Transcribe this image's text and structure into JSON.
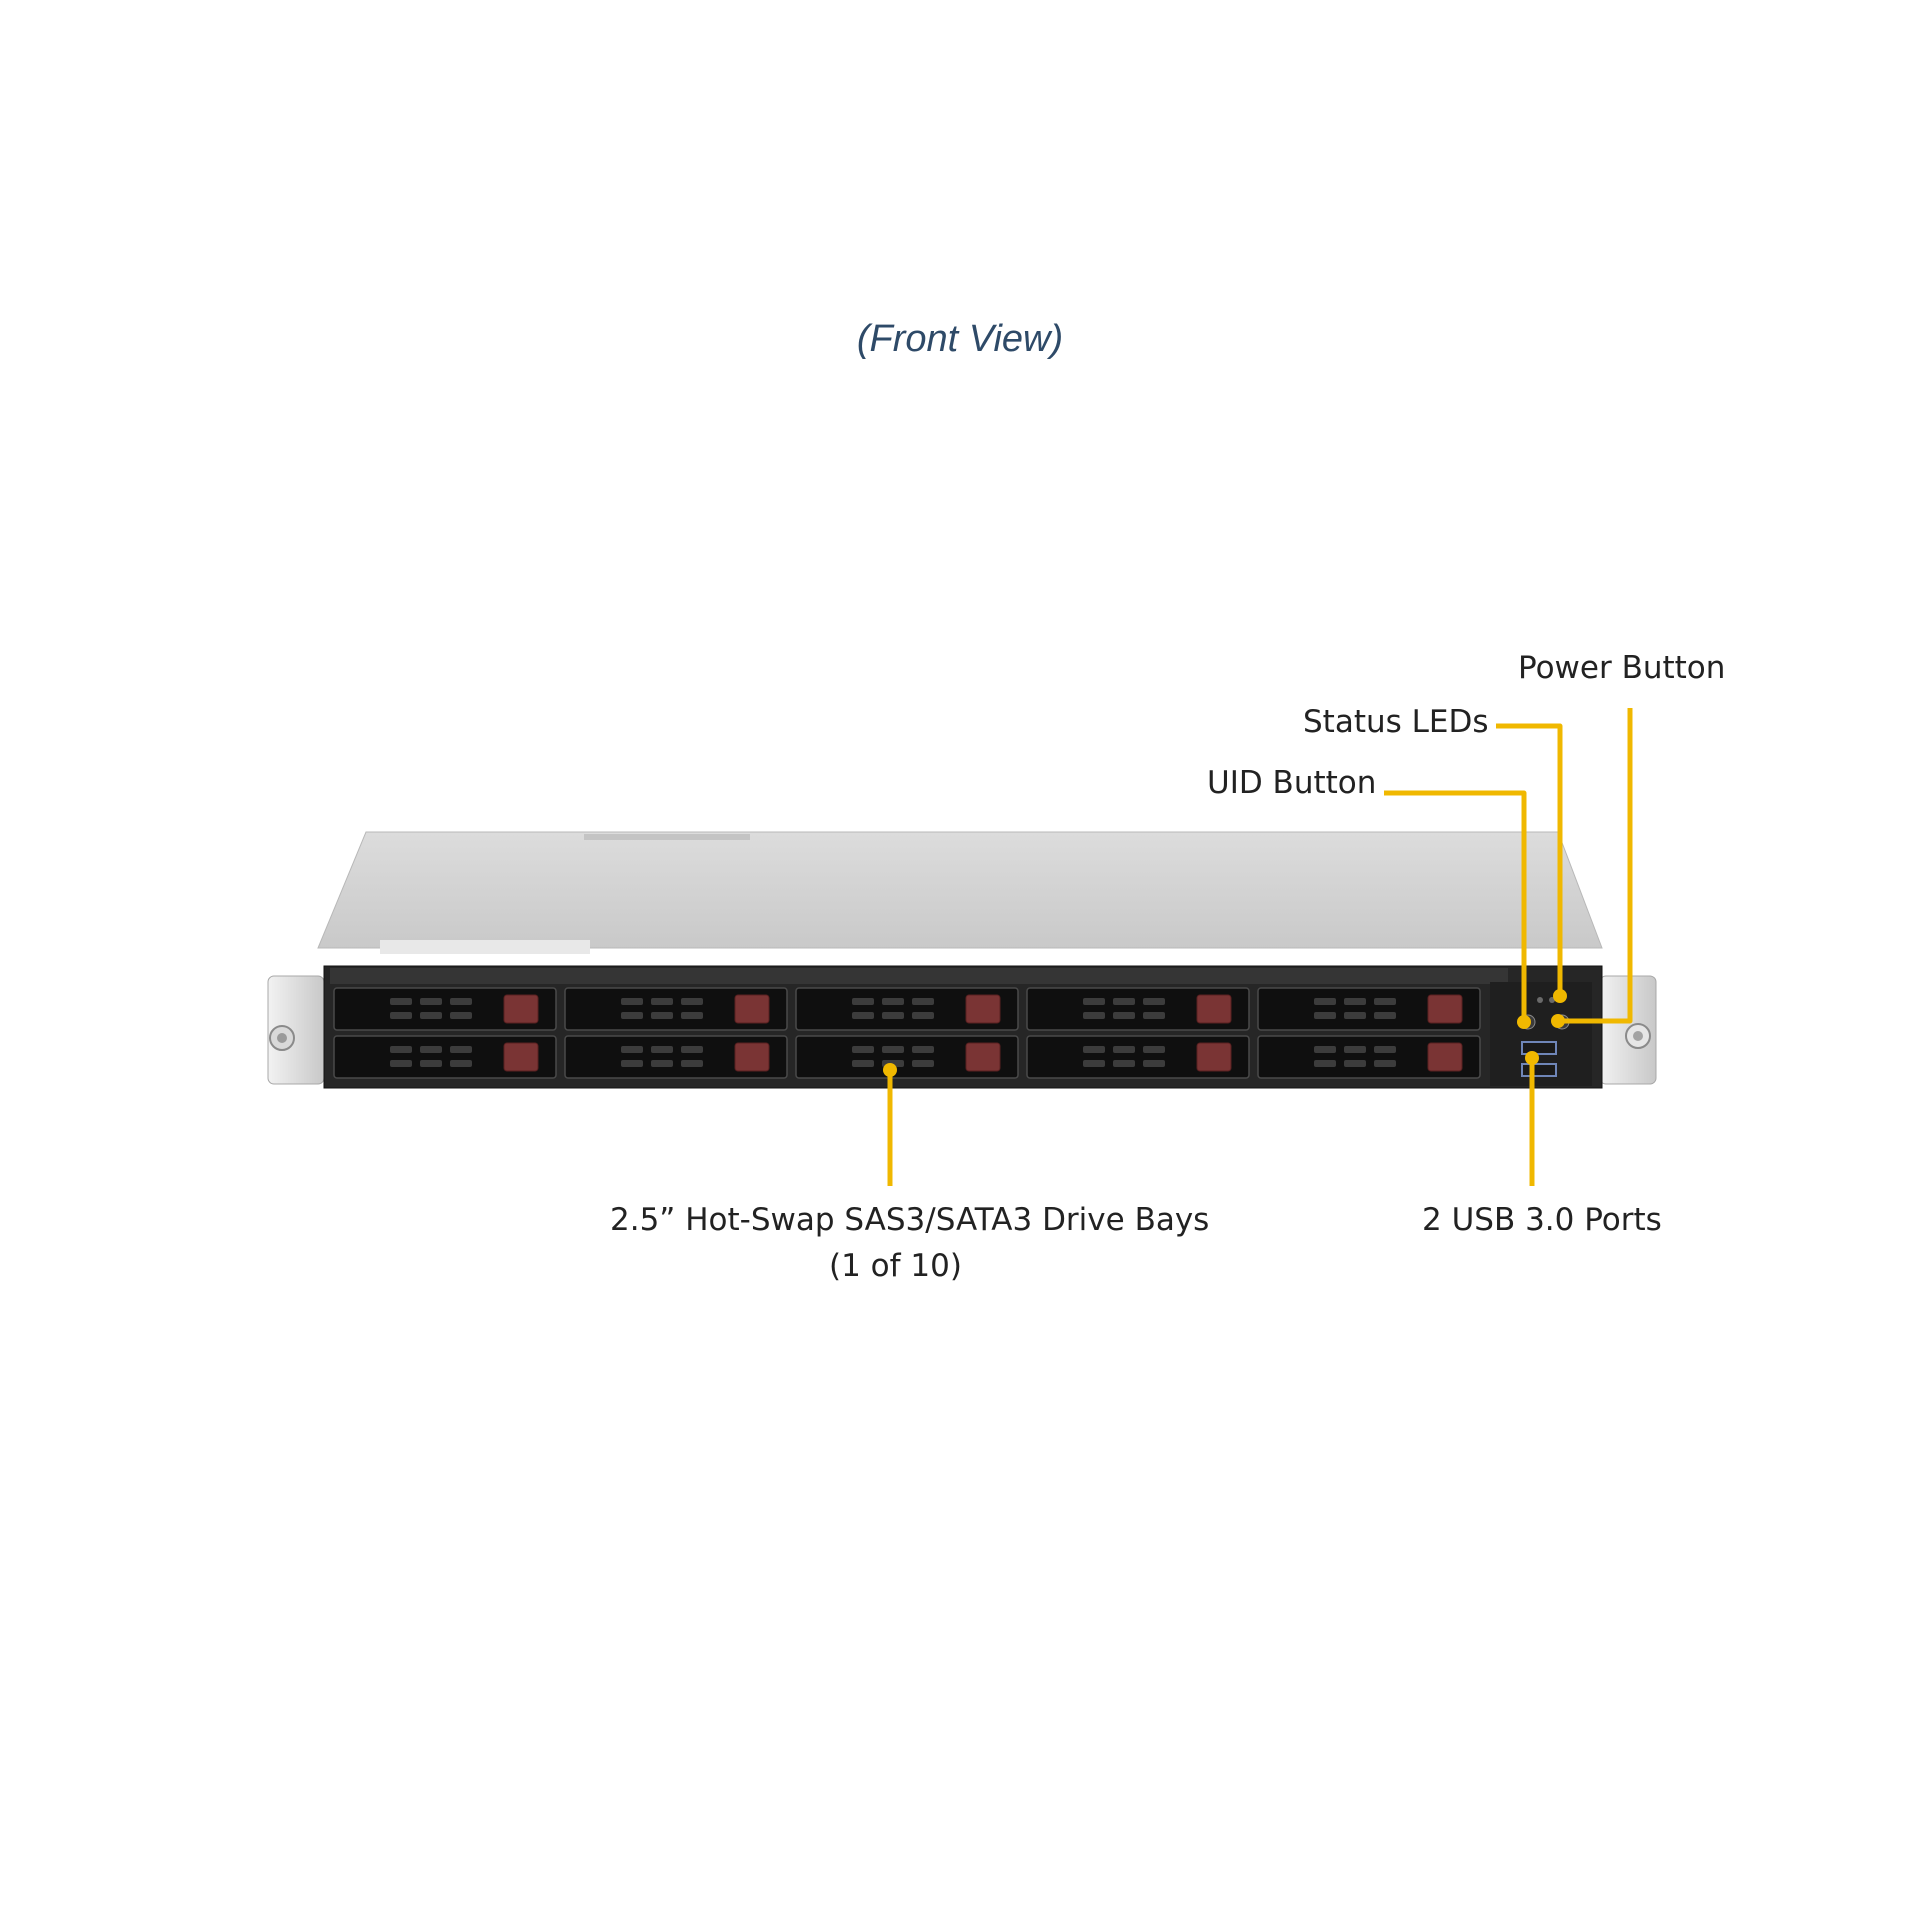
{
  "title": "(Front View)",
  "accent_color": "#f0b800",
  "callouts": {
    "power_button": "Power Button",
    "status_leds": "Status LEDs",
    "uid_button": "UID Button",
    "drive_bays_line1": "2.5” Hot-Swap SAS3/SATA3 Drive Bays",
    "drive_bays_line2": "(1 of 10)",
    "usb_ports": "2 USB 3.0 Ports"
  },
  "server": {
    "drive_bay_count": 10,
    "usb_port_count": 2
  }
}
